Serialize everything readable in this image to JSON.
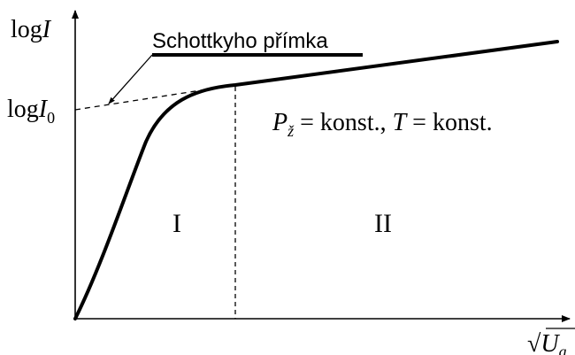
{
  "axes": {
    "y_label_prefix": "log",
    "y_label_var": "I",
    "y0_label_prefix": "log",
    "y0_label_var": "I",
    "y0_label_sub": "0",
    "x_label_root": "√",
    "x_label_var": "U",
    "x_label_sub": "a"
  },
  "annotation": {
    "schottky_line_label": "Schottkyho přímka"
  },
  "condition": {
    "p_var": "P",
    "p_sub": "ž",
    "part1": " = konst., ",
    "t_var": "T",
    "part2": " = konst."
  },
  "regions": {
    "left": "I",
    "right": "II"
  }
}
